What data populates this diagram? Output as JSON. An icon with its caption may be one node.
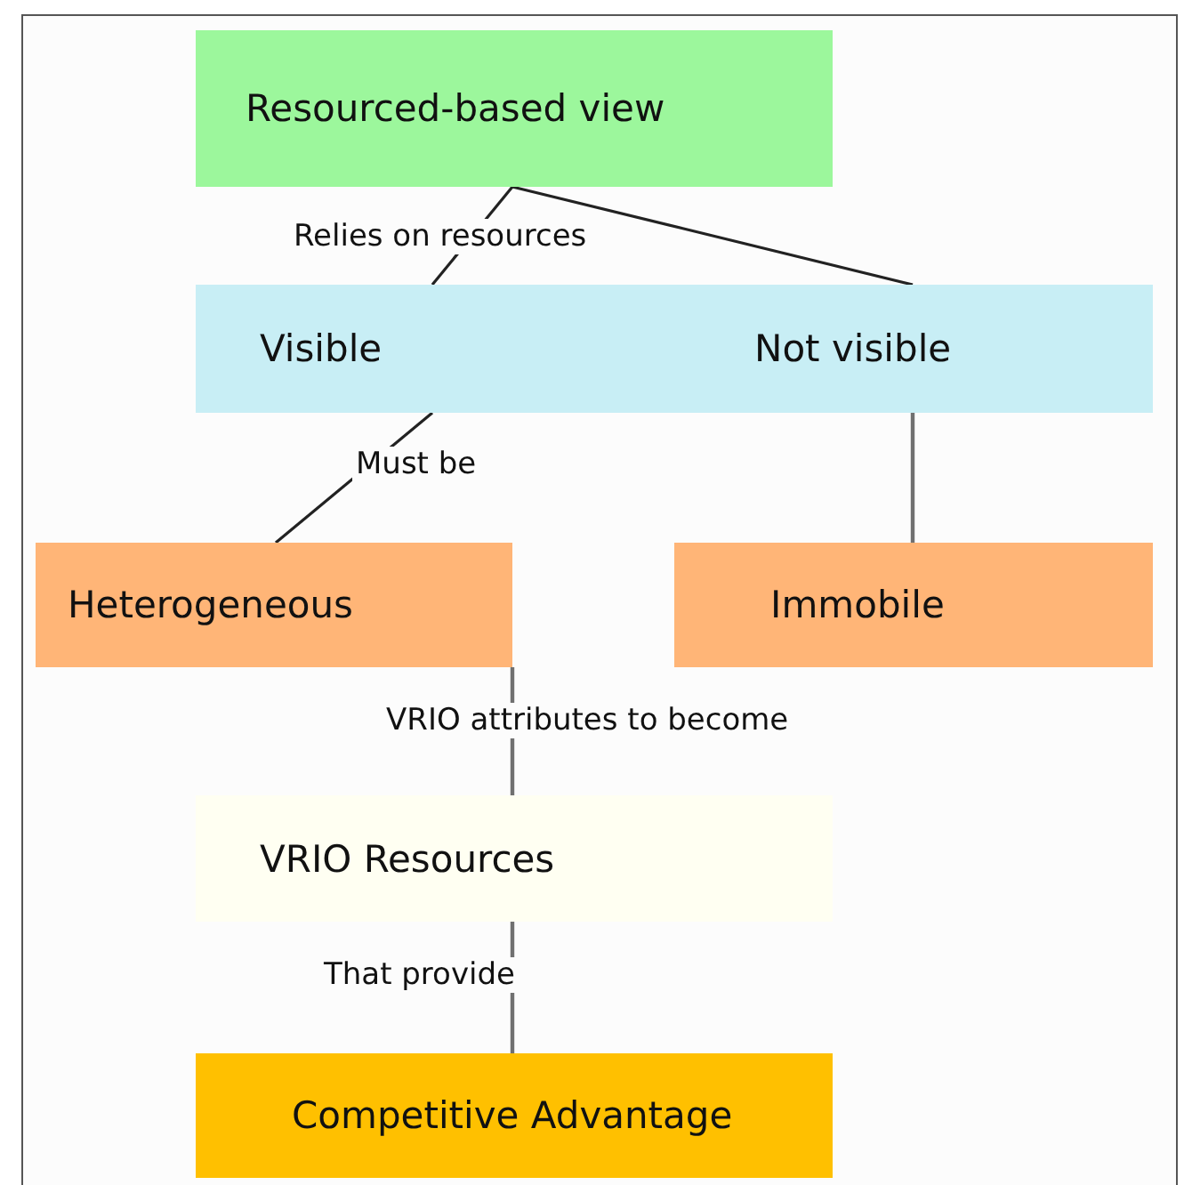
{
  "diagram": {
    "nodes": [
      {
        "text": [
          "Resourced-based view"
        ]
      },
      {
        "text": [
          "Visible"
        ]
      },
      {
        "text": [
          "Not visible"
        ]
      },
      {
        "text": [
          "Heterogeneous"
        ]
      },
      {
        "text": [
          "Immobile"
        ]
      },
      {
        "text": [
          "VRIO Resources"
        ]
      },
      {
        "text": [
          "Competitive Advantage"
        ]
      }
    ],
    "edges": [
      {
        "from": 0,
        "to": 1,
        "arrow": "none",
        "label": "Relies on resources"
      },
      {
        "from": 0,
        "to": 2,
        "arrow": "none"
      },
      {
        "from": 1,
        "to": 3,
        "arrow": "none",
        "label": "Must be"
      },
      {
        "from": 2,
        "to": 4,
        "arrow": "none",
        "color": "#707070"
      },
      {
        "from": 3,
        "to": 5,
        "arrow": "none",
        "label": "VRIO attributes to become",
        "color": "#707070"
      },
      {
        "from": 5,
        "to": 6,
        "arrow": "none",
        "label": "That provide",
        "color": "#707070"
      }
    ]
  }
}
